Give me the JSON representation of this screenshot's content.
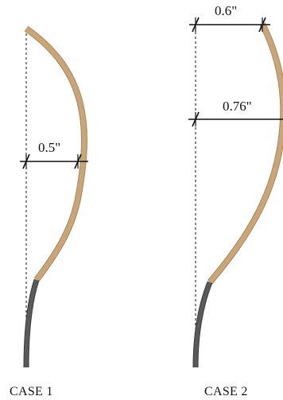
{
  "colors": {
    "wood": "#c9a57a",
    "wood_edge": "#a9865c",
    "metal": "#5a5a5a",
    "metal_edge": "#3a3a3a",
    "line": "#111111"
  },
  "case1": {
    "label": "CASE 1",
    "dim_label": "0.5\""
  },
  "case2": {
    "label": "CASE 2",
    "dim_top_label": "0.6\"",
    "dim_mid_label": "0.76\""
  }
}
